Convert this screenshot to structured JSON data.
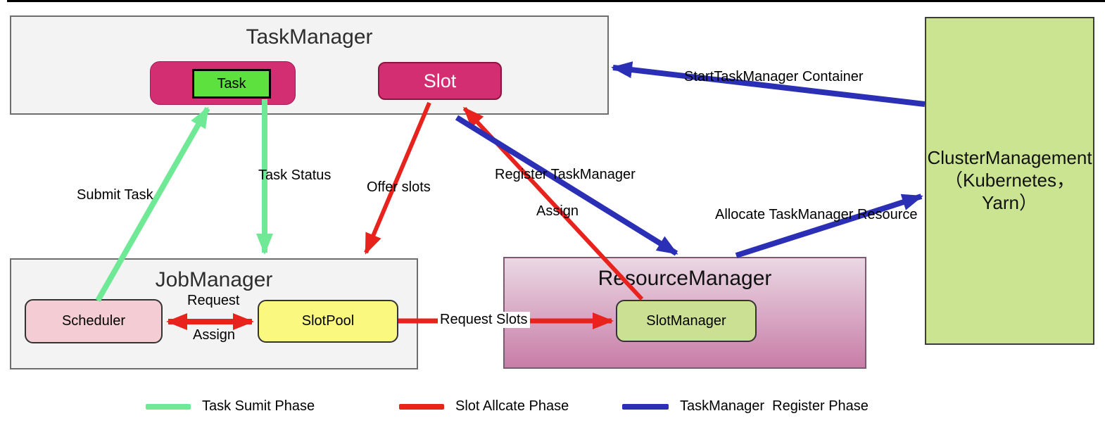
{
  "containers": {
    "task_manager": {
      "title": "TaskManager"
    },
    "job_manager": {
      "title": "JobManager"
    },
    "resource_manager": {
      "title": "ResourceManager"
    },
    "cluster_management": {
      "line1": "ClusterManagement",
      "line2": "（Kubernetes，",
      "line3": "Yarn）"
    }
  },
  "nodes": {
    "task": "Task",
    "slot": "Slot",
    "scheduler": "Scheduler",
    "slot_pool": "SlotPool",
    "slot_manager": "SlotManager"
  },
  "edges": {
    "submit_task": "Submit Task",
    "task_status": "Task Status",
    "offer_slots": "Offer slots",
    "register_taskmanager": "Register TaskManager",
    "assign_to_slot": "Assign",
    "request": "Request",
    "assign": "Assign",
    "request_slots": "Request Slots",
    "start_taskmanager": "StartTaskManager Container",
    "allocate_resource": "Allocate TaskManager Resource"
  },
  "legend": [
    {
      "label": "Task Sumit Phase",
      "color": "#6fe996"
    },
    {
      "label": "Slot Allcate Phase",
      "color": "#e8231d"
    },
    {
      "label": "TaskManager  Register Phase",
      "color": "#2b2fb5"
    }
  ],
  "colors": {
    "task_submit_phase": "#6fe996",
    "slot_allocate_phase": "#e8231d",
    "taskmanager_register_phase": "#2b2fb5",
    "magenta_node": "#d42e72",
    "task_green": "#5ce13e",
    "scheduler_pink": "#f3cdd3",
    "slotpool_yellow": "#faf87f",
    "slotmanager_green": "#cbe093",
    "cluster_green": "#cbe492",
    "container_gray": "#f3f3f3"
  }
}
